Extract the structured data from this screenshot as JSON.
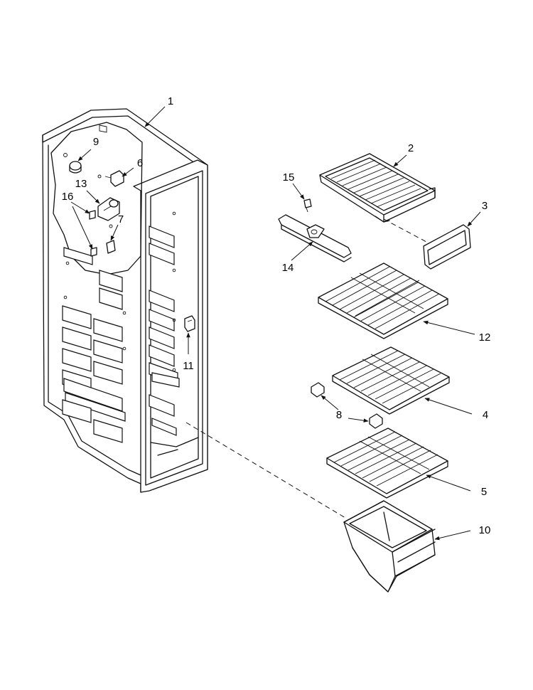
{
  "parts": [
    {
      "id": "liner",
      "label": "1"
    },
    {
      "id": "grille-shelf",
      "label": "2"
    },
    {
      "id": "shelf-front",
      "label": "3"
    },
    {
      "id": "wire-shelf-middle",
      "label": "4"
    },
    {
      "id": "wire-shelf-bottom",
      "label": "5"
    },
    {
      "id": "connector-6",
      "label": "6"
    },
    {
      "id": "clip-7",
      "label": "7"
    },
    {
      "id": "shelf-stud",
      "label": "8"
    },
    {
      "id": "knob",
      "label": "9"
    },
    {
      "id": "bin",
      "label": "10"
    },
    {
      "id": "switch",
      "label": "11"
    },
    {
      "id": "wire-shelf-top",
      "label": "12"
    },
    {
      "id": "control",
      "label": "13"
    },
    {
      "id": "bracket",
      "label": "14"
    },
    {
      "id": "screw-15",
      "label": "15"
    },
    {
      "id": "screw-16",
      "label": "16"
    }
  ]
}
